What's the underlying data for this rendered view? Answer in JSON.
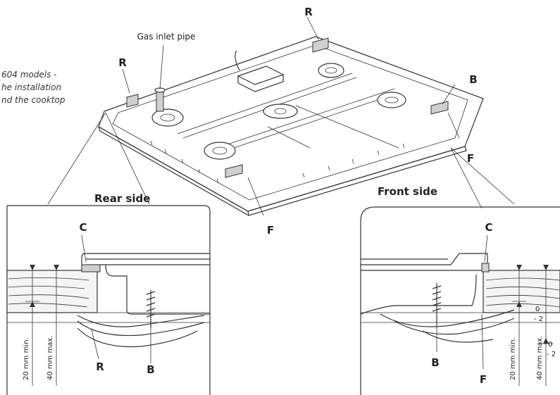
{
  "labels": {
    "r_top": "R",
    "r_left": "R",
    "b_right": "B",
    "f_right": "F",
    "f_bottom": "F",
    "gas_inlet": "Gas inlet pipe",
    "c_left": "C",
    "c_right": "C",
    "r_detail": "R",
    "b_left_detail": "B",
    "b_right_detail": "B",
    "f_right_detail": "F"
  },
  "note": {
    "line1": "604 models -",
    "line2": "he installation",
    "line3": "nd the cooktop"
  },
  "headings": {
    "rear": "Rear side",
    "front": "Front side"
  },
  "dimensions": {
    "min20": "20 mm min.",
    "max40": "40 mm max.",
    "zero_a": "0",
    "minus2_a": "- 2",
    "zero_b": "0",
    "minus2_b": "- 2"
  }
}
